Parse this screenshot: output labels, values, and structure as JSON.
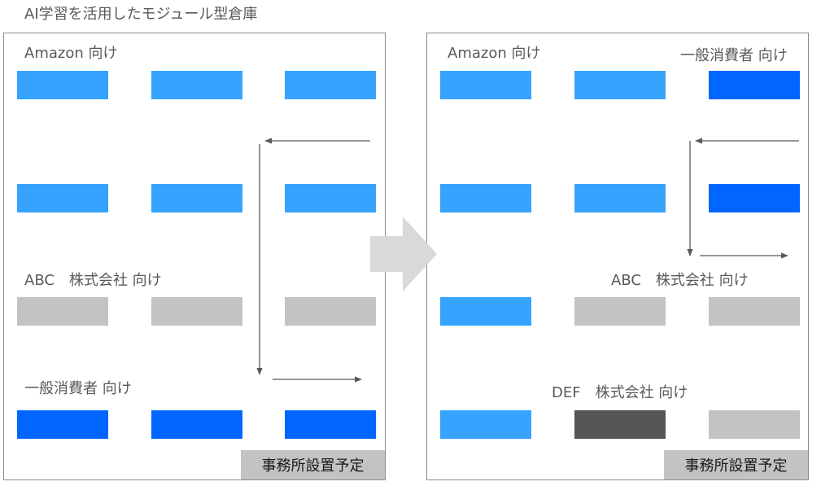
{
  "title": "AI学習を活用したモジュール型倉庫",
  "colors": {
    "amazon": "#36a3ff",
    "abc": "#c3c3c3",
    "general": "#0066ff",
    "def": "#555555",
    "office": "#c3c3c3",
    "transition_arrow": "#d9d9d9",
    "route_arrow": "#595959"
  },
  "left_panel": {
    "label_amazon": "Amazon 向け",
    "label_abc": "ABC　株式会社 向け",
    "label_general": "一般消費者 向け",
    "office": "事務所設置予定"
  },
  "right_panel": {
    "label_amazon": "Amazon 向け",
    "label_general": "一般消費者 向け",
    "label_abc": "ABC　株式会社 向け",
    "label_def": "DEF　株式会社 向け",
    "office": "事務所設置予定"
  },
  "transition_arrow": "arrow-right-icon"
}
